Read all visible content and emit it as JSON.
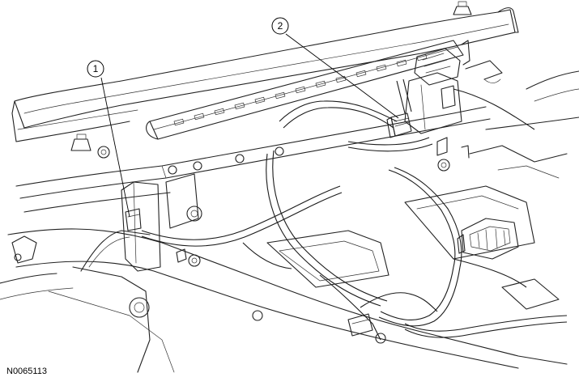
{
  "figure": {
    "id": "N0065113"
  },
  "callouts": [
    {
      "label": "1"
    },
    {
      "label": "2"
    }
  ]
}
